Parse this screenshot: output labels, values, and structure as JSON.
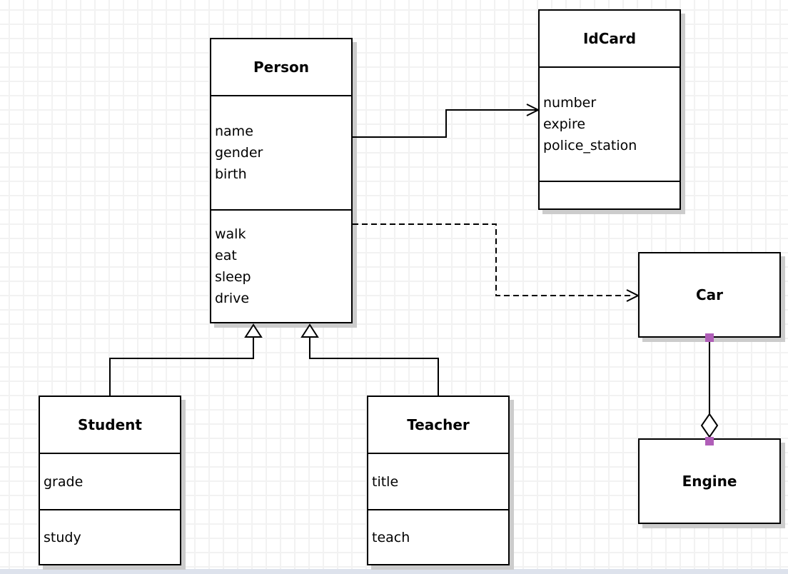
{
  "diagram": {
    "type": "uml-class-diagram",
    "classes": {
      "person": {
        "title": "Person",
        "attributes": [
          "name",
          "gender",
          "birth"
        ],
        "methods": [
          "walk",
          "eat",
          "sleep",
          "drive"
        ]
      },
      "idcard": {
        "title": "IdCard",
        "attributes": [
          "number",
          "expire",
          "police_station"
        ],
        "methods": []
      },
      "car": {
        "title": "Car"
      },
      "engine": {
        "title": "Engine"
      },
      "student": {
        "title": "Student",
        "attributes": [
          "grade"
        ],
        "methods": [
          "study"
        ]
      },
      "teacher": {
        "title": "Teacher",
        "attributes": [
          "title"
        ],
        "methods": [
          "teach"
        ]
      }
    },
    "relationships": [
      {
        "from": "Person",
        "to": "IdCard",
        "type": "association",
        "line": "solid",
        "arrow": "open"
      },
      {
        "from": "Person",
        "to": "Car",
        "type": "dependency",
        "line": "dashed",
        "arrow": "open"
      },
      {
        "from": "Student",
        "to": "Person",
        "type": "generalization",
        "line": "solid",
        "arrow": "hollow-triangle"
      },
      {
        "from": "Teacher",
        "to": "Person",
        "type": "generalization",
        "line": "solid",
        "arrow": "hollow-triangle"
      },
      {
        "from": "Car",
        "to": "Engine",
        "type": "aggregation",
        "line": "solid",
        "arrow": "hollow-diamond",
        "endpoint_markers": "purple-squares"
      }
    ],
    "colors": {
      "background": "#ffffff",
      "grid_line": "#f2f2f2",
      "box_fill": "#ffffff",
      "box_border": "#000000",
      "shadow": "#cccccc",
      "endpoint_handle": "#b05eb8",
      "bottom_strip": "#dde2ec"
    }
  }
}
